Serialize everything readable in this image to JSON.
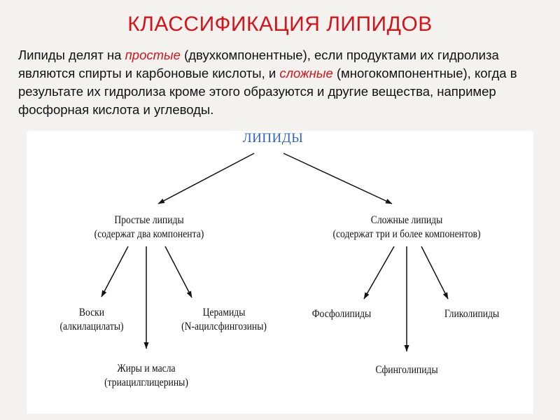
{
  "title": "КЛАССИФИКАЦИЯ ЛИПИДОВ",
  "intro": {
    "p1": "Липиды делят на ",
    "simple_word": "простые",
    "p2": " (двухкомпонентные), если продуктами их гидролиза являются спирты и карбоновые кислоты, и ",
    "complex_word": "сложные",
    "p3": " (многокомпонентные), когда в результате их гидролиза кроме этого образуются и другие вещества, например фосфорная кислота и углеводы."
  },
  "diagram": {
    "root": "ЛИПИДЫ",
    "simple": {
      "label": "Простые липиды",
      "note": "(содержат два компонента)"
    },
    "complex": {
      "label": "Сложные липиды",
      "note": "(содержат три и более компонентов)"
    },
    "waxes": {
      "label": "Воски",
      "note": "(алкилацилаты)"
    },
    "ceramides": {
      "label": "Церамиды",
      "note": "(N-ацилсфингозины)"
    },
    "fats": {
      "label": "Жиры и масла",
      "note": "(триацилглицерины)"
    },
    "phospholipids": {
      "label": "Фосфолипиды"
    },
    "glycolipids": {
      "label": "Гликолипиды"
    },
    "sphingolipids": {
      "label": "Сфинголипиды"
    }
  },
  "colors": {
    "title": "#d4141a",
    "highlight": "#d4141a",
    "root": "#2f66b8",
    "background": "#f3f2ee",
    "panel": "#ffffff"
  }
}
